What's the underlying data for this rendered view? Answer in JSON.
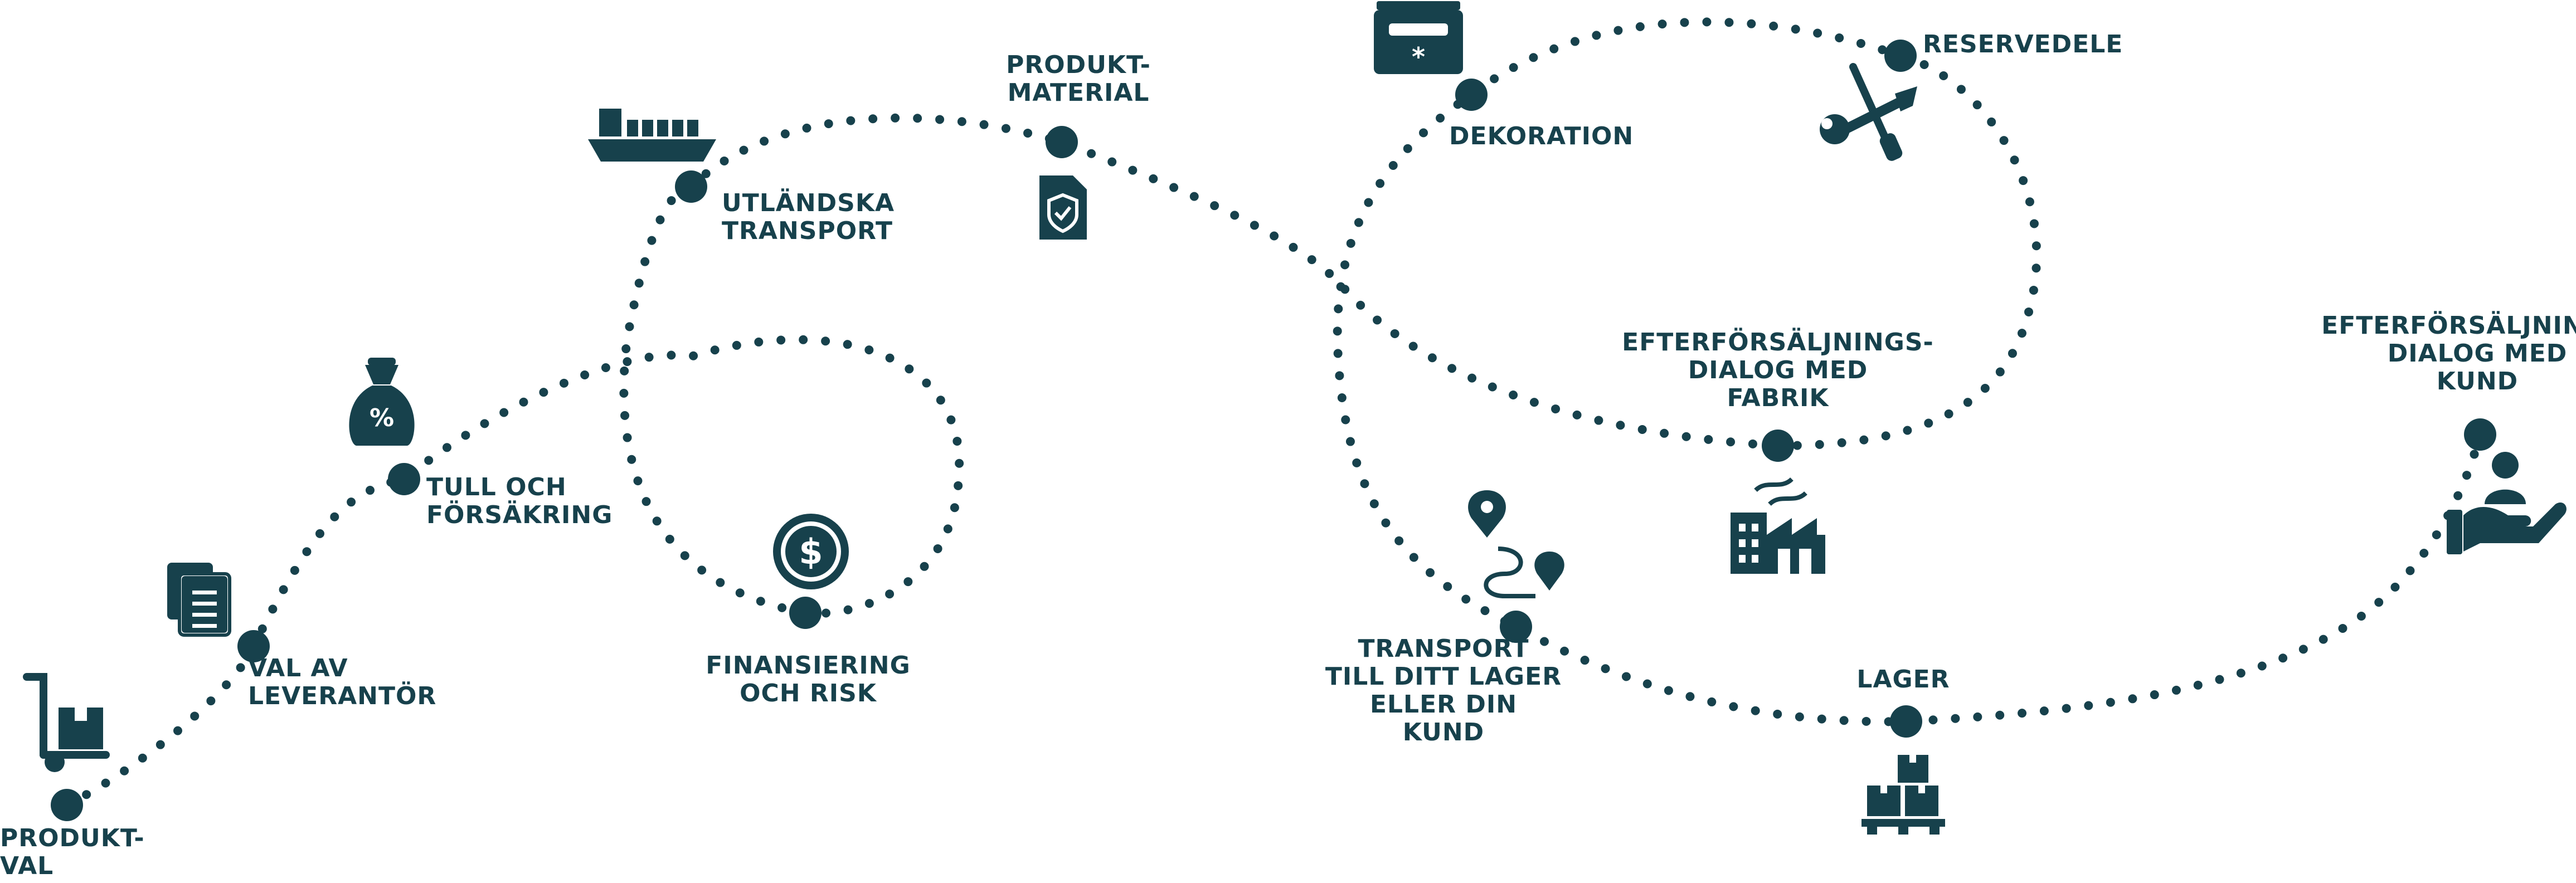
{
  "colors": {
    "ink": "#17414c",
    "background": "#ffffff"
  },
  "stations": [
    {
      "id": "produktval",
      "label": "PRODUKT-\nVAL",
      "icon": "hand-truck-box-icon"
    },
    {
      "id": "leverantor",
      "label": "VAL AV\nLEVERANTÖR",
      "icon": "documents-icon"
    },
    {
      "id": "tull",
      "label": "TULL OCH\nFÖRSÄKRING",
      "icon": "money-bag-percent-icon"
    },
    {
      "id": "finansiering",
      "label": "FINANSIERING\nOCH RISK",
      "icon": "dollar-coin-icon"
    },
    {
      "id": "utlandska",
      "label": "UTLÄNDSKA\nTRANSPORT",
      "icon": "cargo-ship-icon"
    },
    {
      "id": "material",
      "label": "PRODUKT-\nMATERIAL",
      "icon": "shield-document-icon"
    },
    {
      "id": "dekoration",
      "label": "DEKORATION",
      "icon": "toolbox-icon"
    },
    {
      "id": "reservdelar",
      "label": "RESERVEDELE",
      "icon": "wrench-screwdriver-icon"
    },
    {
      "id": "fabrik",
      "label": "EFTERFÖRSÄLJNINGS-\nDIALOG MED\nFABRIK",
      "icon": "factory-icon"
    },
    {
      "id": "transport_lager",
      "label": "TRANSPORT\nTILL DITT LAGER\nELLER DIN\nKUND",
      "icon": "route-pin-icon"
    },
    {
      "id": "lager",
      "label": "LAGER",
      "icon": "pallet-boxes-icon"
    },
    {
      "id": "kund",
      "label": "EFTERFÖRSÄLJNINGS-\nDIALOG MED\nKUND",
      "icon": "hand-person-icon"
    }
  ]
}
